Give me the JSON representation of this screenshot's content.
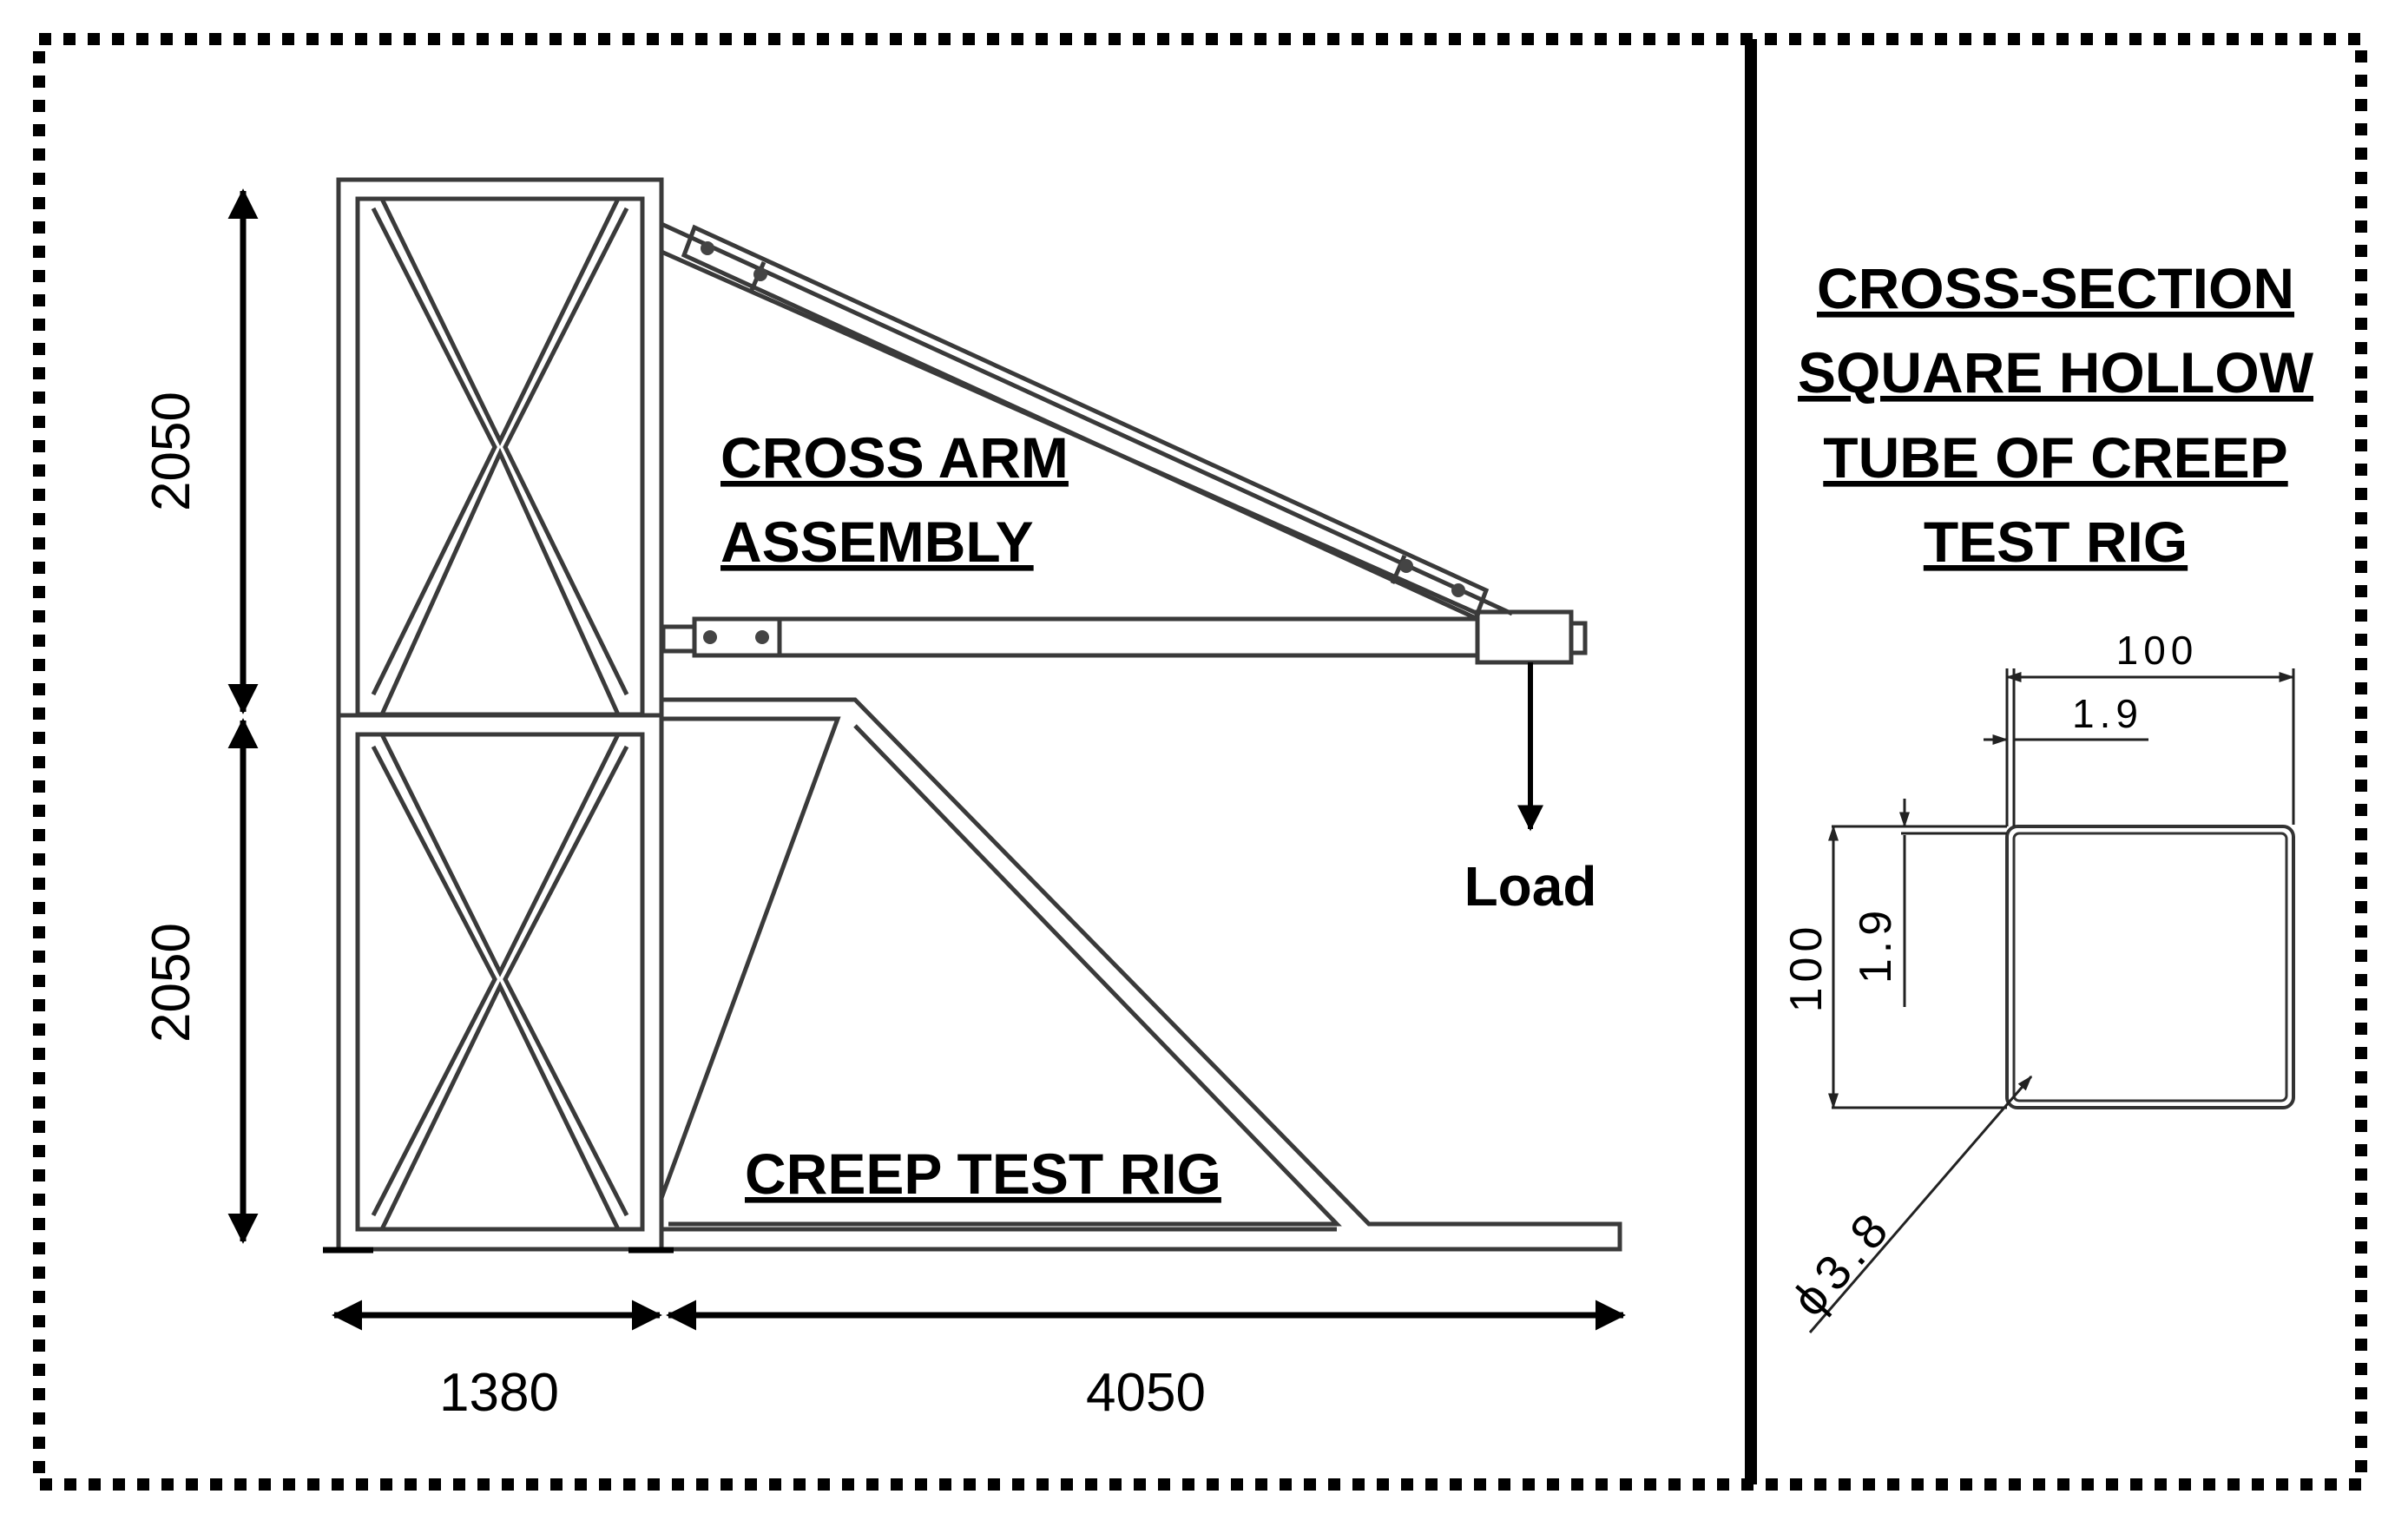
{
  "rig": {
    "cross_arm_label": [
      "CROSS ARM",
      "ASSEMBLY"
    ],
    "rig_label": "CREEP TEST RIG",
    "load_label": "Load",
    "dim_upper_height": "2050",
    "dim_lower_height": "2050",
    "dim_base_left": "1380",
    "dim_base_right": "4050"
  },
  "section": {
    "title_lines": [
      "CROSS-SECTION",
      "SQUARE HOLLOW",
      "TUBE OF CREEP",
      "TEST RIG"
    ],
    "dim_width": "100",
    "dim_thickness_top": "1.9",
    "dim_height": "100",
    "dim_thickness_side": "1.9",
    "dim_radius": "ϕ3.8"
  }
}
